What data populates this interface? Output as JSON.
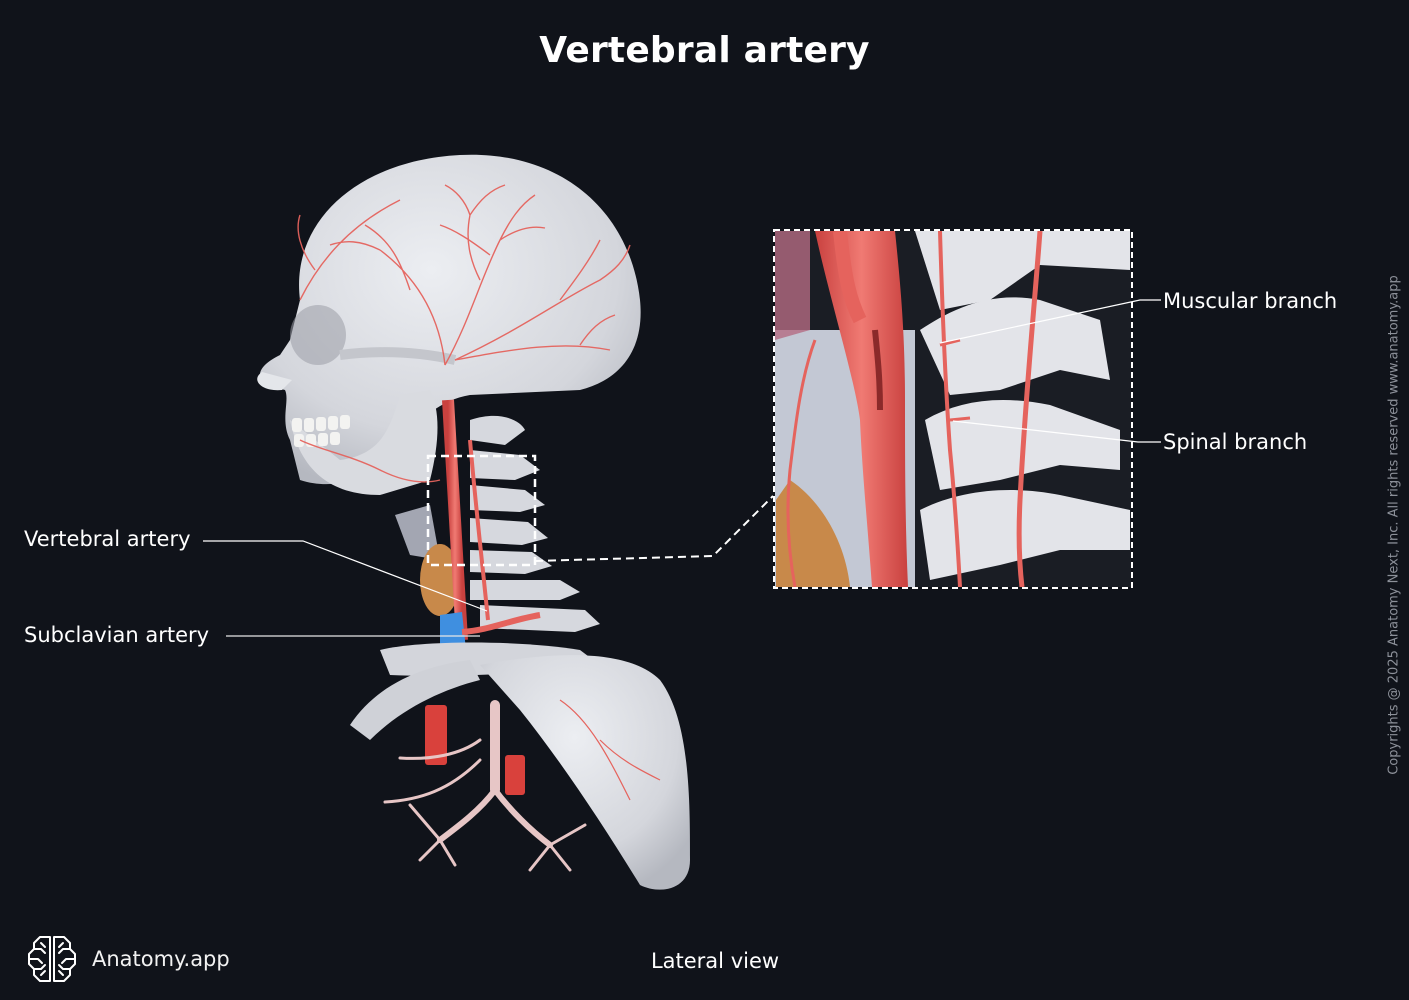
{
  "title": "Vertebral artery",
  "view": "Lateral view",
  "labels": {
    "vertebral_artery": "Vertebral artery",
    "subclavian_artery": "Subclavian artery",
    "muscular_branch": "Muscular branch",
    "spinal_branch": "Spinal branch"
  },
  "brand": {
    "name": "Anatomy.app",
    "icon": "brain-icon"
  },
  "copyright": "Copyrights @ 2025 Anatomy Next, Inc. All rights reserved www.anatomy.app",
  "colors": {
    "background": "#10131a",
    "bone": "#dcdde2",
    "artery": "#e8645f",
    "vein": "#3f8fe0",
    "thyroid": "#c8894a",
    "text": "#ffffff",
    "muted_text": "#8c9099"
  },
  "callout": {
    "source_box": [
      427,
      455,
      535,
      565
    ],
    "zoom_box": [
      774,
      230,
      1132,
      588
    ]
  }
}
